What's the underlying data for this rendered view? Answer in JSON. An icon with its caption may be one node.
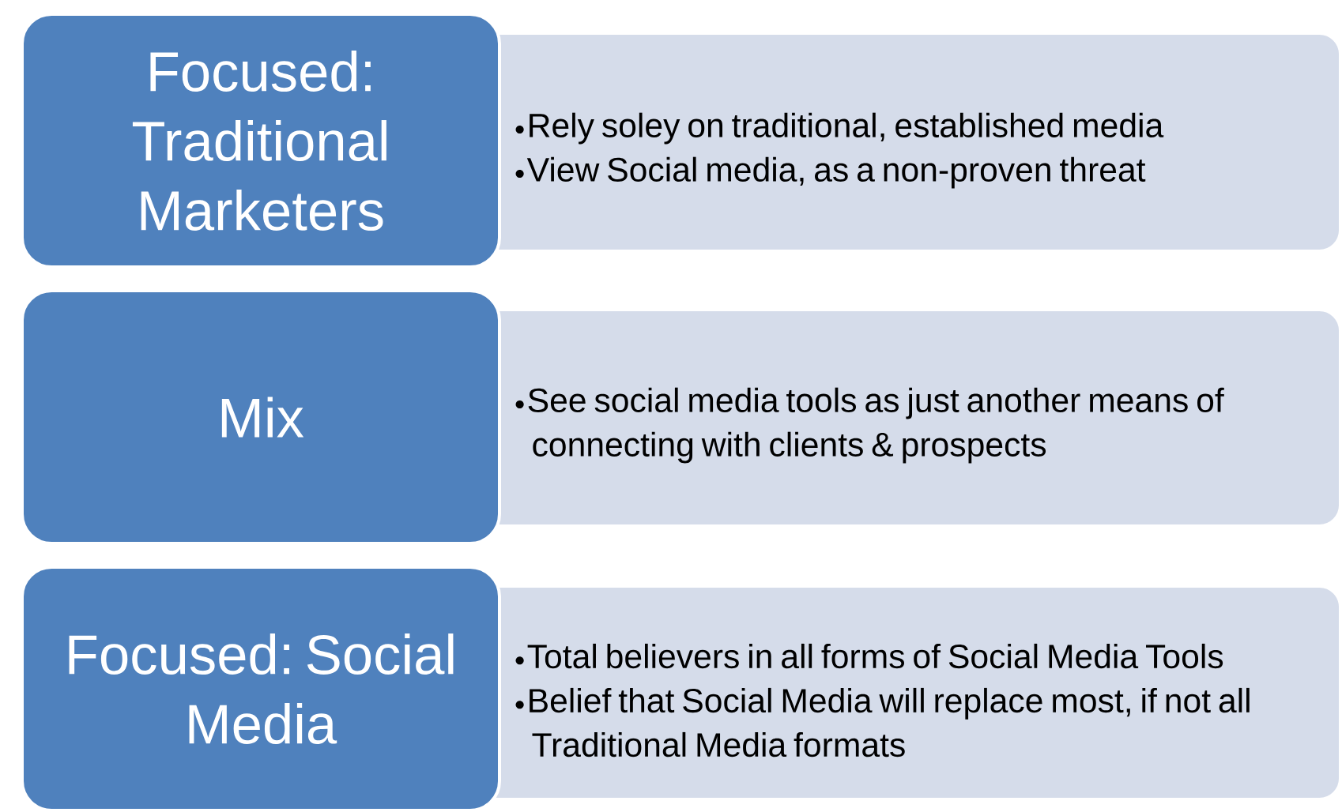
{
  "diagram": {
    "nodes": [
      {
        "text": [
          "Focused: Traditional Marketers"
        ]
      },
      {
        "text": [
          "Rely soley on traditional, established media",
          "View Social media, as a non-proven threat"
        ]
      },
      {
        "text": [
          "Mix"
        ]
      },
      {
        "text": [
          "See social media tools as just another means of connecting with clients & prospects"
        ]
      },
      {
        "text": [
          "Focused: Social Media"
        ]
      },
      {
        "text": [
          "Total believers in all forms of Social Media Tools",
          "Belief that Social Media will replace most, if not all Traditional Media formats"
        ]
      }
    ]
  }
}
